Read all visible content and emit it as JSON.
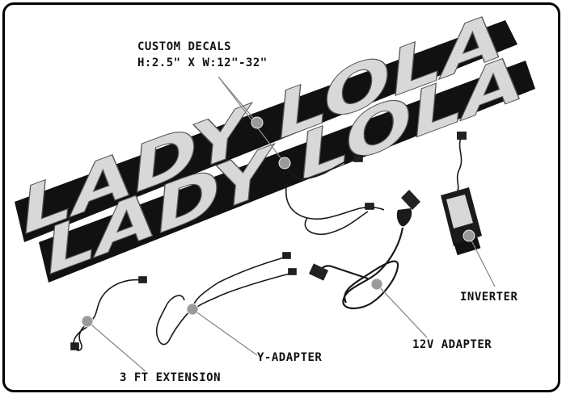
{
  "labels": {
    "decals_title": "CUSTOM DECALS",
    "decals_size": "H:2.5\" X W:12\"-32\"",
    "inverter": "INVERTER",
    "adapter_12v": "12V ADAPTER",
    "y_adapter": "Y-ADAPTER",
    "extension": "3 FT EXTENSION"
  },
  "decal": {
    "text": "LADY LOLA"
  },
  "colors": {
    "frame": "#000000",
    "decal_band": "#111111",
    "decal_text": "#d8d8d8",
    "cable": "#1a1a1a",
    "callout_line": "#8a8a8a",
    "callout_dot": "#9a9a9a"
  }
}
